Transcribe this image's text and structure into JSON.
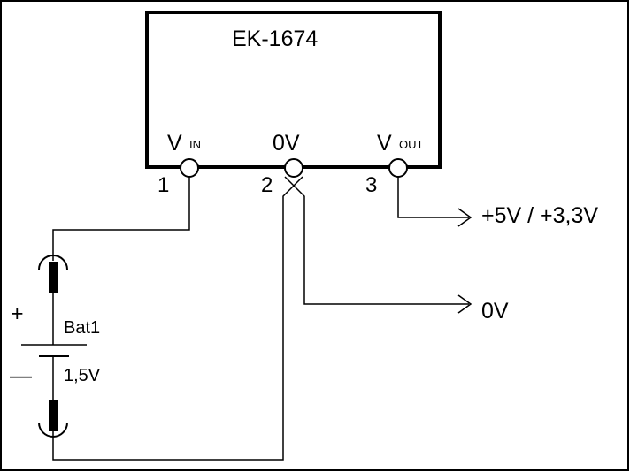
{
  "chip": {
    "name": "EK-1674",
    "pins": [
      {
        "number": "1",
        "label": "V",
        "sub": "IN"
      },
      {
        "number": "2",
        "label": "0V",
        "sub": ""
      },
      {
        "number": "3",
        "label": "V",
        "sub": "OUT"
      }
    ]
  },
  "outputs": {
    "vout_label": "+5V / +3,3V",
    "gnd_label": "0V"
  },
  "battery": {
    "name": "Bat1",
    "voltage": "1,5V",
    "plus": "+",
    "minus": "—"
  }
}
